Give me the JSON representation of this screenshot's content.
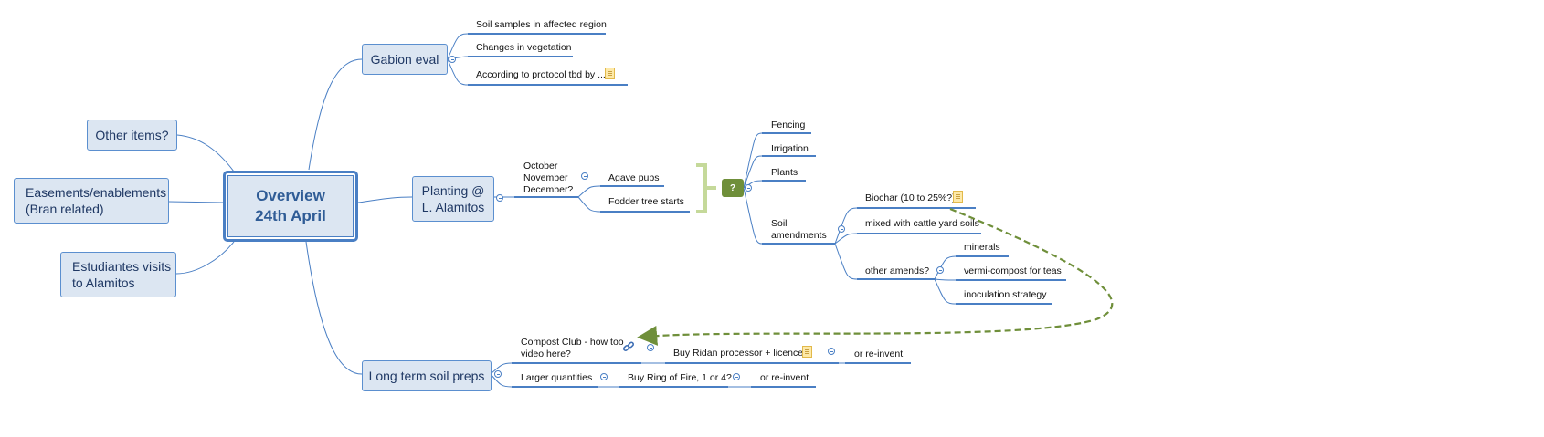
{
  "root": {
    "line1": "Overview",
    "line2": "24th April"
  },
  "left_topics": {
    "other_items": "Other items?",
    "easements_1": "Easements/enablements",
    "easements_2": "(Bran related)",
    "estudiantes_1": "Estudiantes visits",
    "estudiantes_2": "to Alamitos"
  },
  "gabion": {
    "label": "Gabion eval",
    "children": [
      "Soil samples in affected region",
      "Changes in vegetation",
      "According to protocol tbd by ..."
    ]
  },
  "planting": {
    "label_1": "Planting @",
    "label_2": "L. Alamitos",
    "months": [
      "October",
      "November",
      "December?"
    ],
    "items": [
      "Agave pups",
      "Fodder tree starts"
    ],
    "summary_badge": "?",
    "needs": [
      "Fencing",
      "Irrigation",
      "Plants"
    ],
    "soil_amendments_1": "Soil",
    "soil_amendments_2": "amendments",
    "amendments": [
      "Biochar (10 to 25%?)",
      "mixed with cattle yard soils",
      "other amends?"
    ],
    "other_amends": [
      "minerals",
      "vermi-compost for teas",
      "inoculation strategy"
    ]
  },
  "long_term": {
    "label": "Long term soil preps",
    "compost_club_1": "Compost Club - how too",
    "compost_club_2": "video here?",
    "buy_ridan": "Buy Ridan processor + licence?",
    "or_reinvent_1": "or re-invent",
    "larger_quantities": "Larger quantities",
    "buy_ring": "Buy Ring of Fire, 1 or 4?",
    "or_reinvent_2": "or re-invent"
  },
  "icons": {
    "collapse": "collapse-toggle-icon",
    "note": "note-icon",
    "hyperlink": "hyperlink-icon"
  },
  "colors": {
    "topic_fill": "#dce6f2",
    "topic_border": "#5b8fcf",
    "connector": "#4a7fc4",
    "summary_bracket": "#c5d99a",
    "summary_badge": "#6f8f3a",
    "relationship": "#6f8f3a"
  }
}
